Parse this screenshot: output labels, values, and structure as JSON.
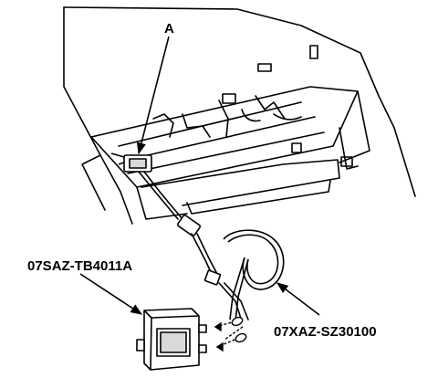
{
  "callouts": {
    "connector": "A",
    "left_tool": "07SAZ-TB4011A",
    "right_tool": "07XAZ-SZ30100"
  },
  "colors": {
    "ink": "#000000",
    "paper": "#ffffff",
    "shade": "#d9d9d9"
  },
  "icons": {
    "leader_arrow": "arrow-head",
    "connector_arrow": "double-arrow"
  }
}
